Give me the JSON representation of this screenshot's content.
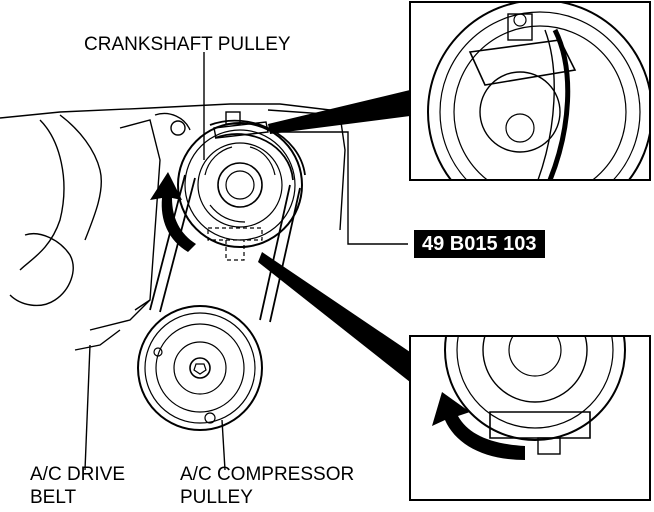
{
  "labels": {
    "crankshaft_pulley": "CRANKSHAFT PULLEY",
    "tool_number": "49 B015 103",
    "ac_drive_belt_line1": "A/C DRIVE",
    "ac_drive_belt_line2": "BELT",
    "ac_compressor_pulley_line1": "A/C COMPRESSOR",
    "ac_compressor_pulley_line2": "PULLEY"
  },
  "colors": {
    "ink": "#000000",
    "paper": "#ffffff",
    "tag_bg": "#000000",
    "tag_text": "#ffffff"
  },
  "icons": [
    "rotation-arrow-icon",
    "detail-callout-top",
    "detail-callout-bottom"
  ]
}
